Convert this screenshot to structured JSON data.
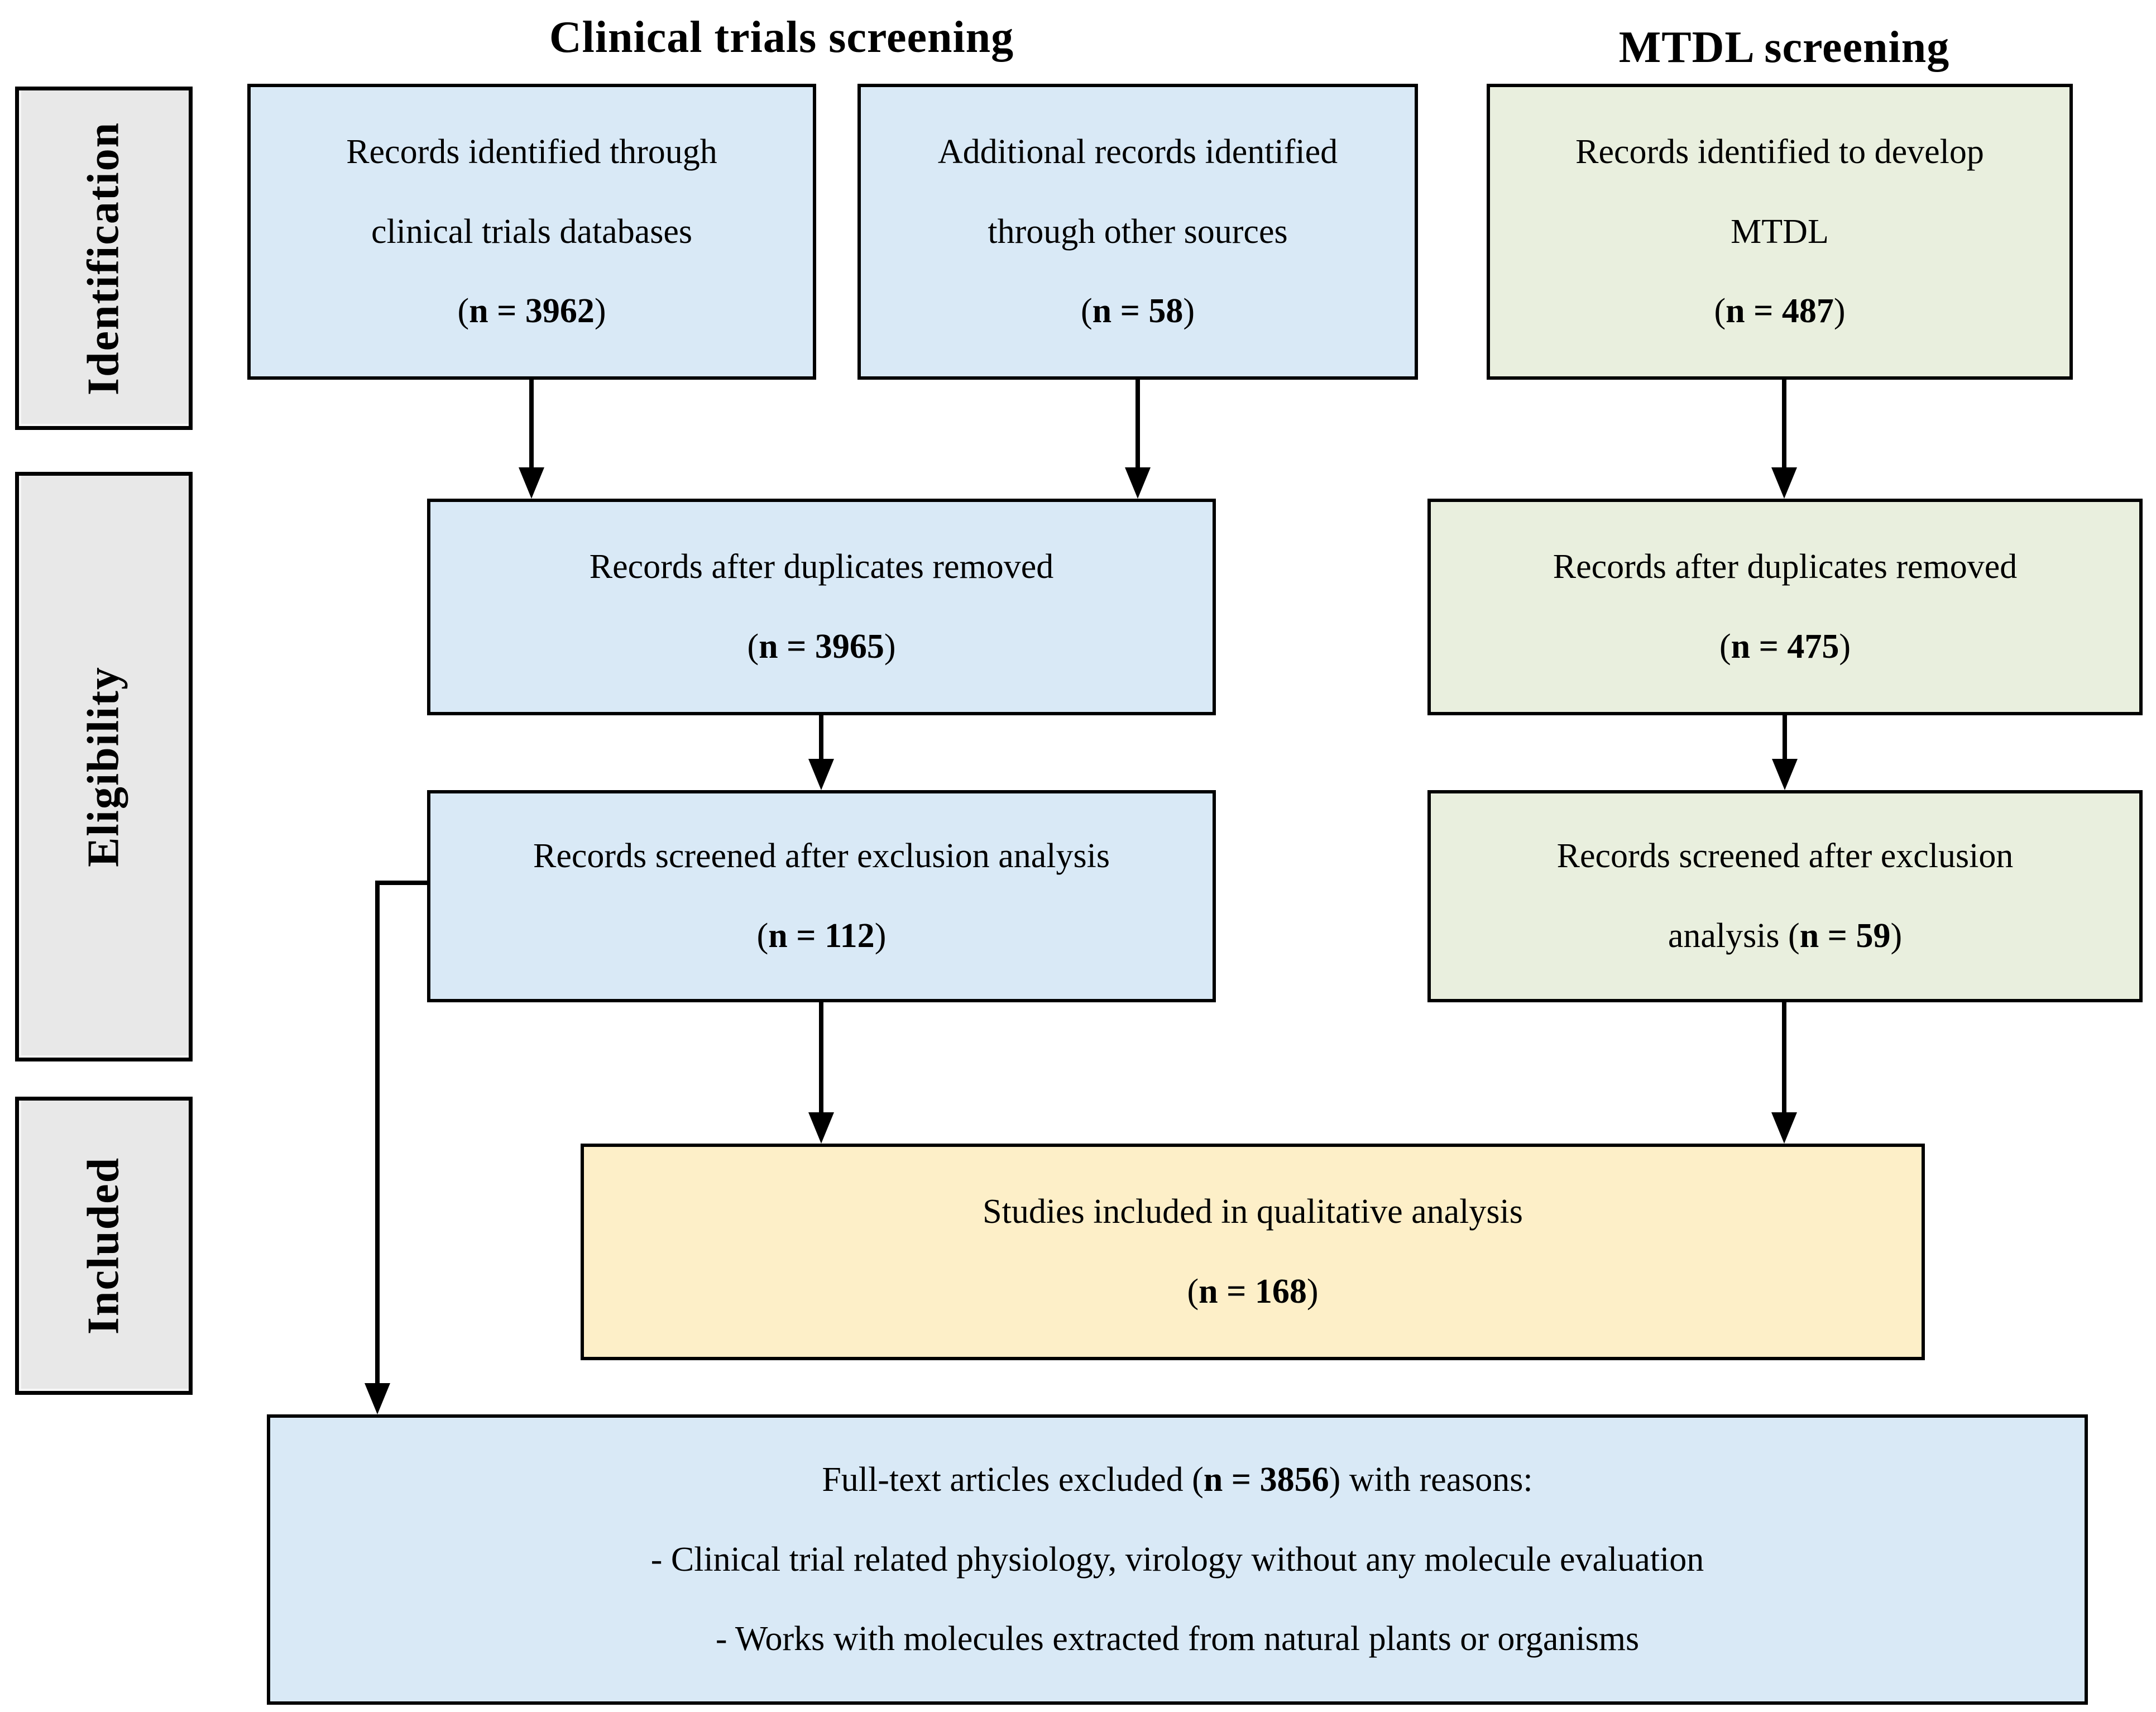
{
  "titles": {
    "clinical": "Clinical trials screening",
    "mtdl": "MTDL screening"
  },
  "sidebar": [
    {
      "label": "Identification"
    },
    {
      "label": "Eligibility"
    },
    {
      "label": "Included"
    }
  ],
  "boxes": {
    "ct_identified": {
      "l1": "Records identified through",
      "l2": "clinical trials databases",
      "npre": "(",
      "n": "n = 3962",
      "npost": ")"
    },
    "additional": {
      "l1": "Additional records identified",
      "l2": "through other sources",
      "npre": "(",
      "n": "n = 58",
      "npost": ")"
    },
    "mtdl_identified": {
      "l1": "Records identified to develop",
      "l2": "MTDL",
      "npre": "(",
      "n": "n = 487",
      "npost": ")"
    },
    "ct_dedup": {
      "l1": "Records after duplicates removed",
      "npre": "(",
      "n": "n = 3965",
      "npost": ")"
    },
    "mtdl_dedup": {
      "l1": "Records after duplicates removed",
      "npre": "(",
      "n": "n = 475",
      "npost": ")"
    },
    "ct_screened": {
      "l1": "Records screened after exclusion analysis",
      "npre": "(",
      "n": "n = 112",
      "npost": ")"
    },
    "mtdl_screened": {
      "l1": "Records screened after exclusion",
      "l2pre": "analysis (",
      "n": "n = 59",
      "npost": ")"
    },
    "included_qual": {
      "l1": "Studies included in qualitative analysis",
      "npre": "(",
      "n": "n = 168",
      "npost": ")"
    },
    "excluded": {
      "l1pre": "Full-text articles excluded (",
      "n": "n = 3856",
      "l1post": ") with reasons:",
      "l2": "- Clinical trial related physiology, virology without any molecule evaluation",
      "l3": "- Works with molecules extracted from natural plants or organisms"
    }
  },
  "colors": {
    "blue": "#d9e9f6",
    "green": "#e9efde",
    "yellow": "#fdefc8",
    "gray": "#e8e8e8",
    "ink": "#000000"
  }
}
